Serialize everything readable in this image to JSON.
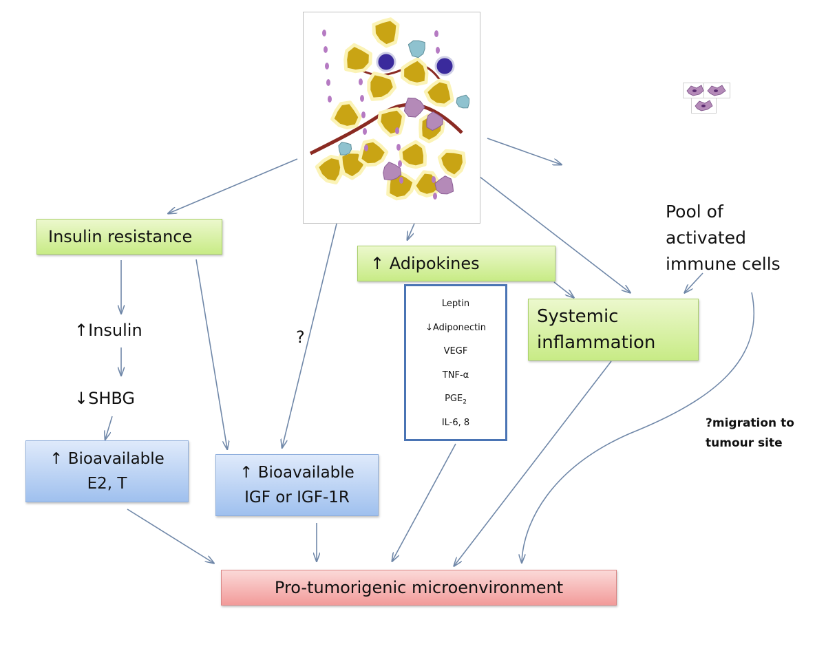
{
  "boxes": {
    "insulin_resistance": "Insulin resistance",
    "adipokines": "↑ Adipokines",
    "systemic_inflammation_line1": "Systemic",
    "systemic_inflammation_line2": "inflammation",
    "bioavailable_e2_line1": "↑ Bioavailable",
    "bioavailable_e2_line2": "E2, T",
    "bioavailable_igf_line1": "↑ Bioavailable",
    "bioavailable_igf_line2": "IGF or IGF-1R",
    "microenvironment": "Pro-tumorigenic microenvironment"
  },
  "labels": {
    "insulin": "↑Insulin",
    "shbg": "↓SHBG",
    "question": "?",
    "pool_line1": "Pool of",
    "pool_line2": "activated",
    "pool_line3": "immune cells",
    "migration_line1": "?migration to",
    "migration_line2": "tumour site"
  },
  "adipokine_list": [
    "Leptin",
    "↓Adiponectin",
    "VEGF",
    "TNF-α",
    "PGE",
    "IL-6, 8"
  ],
  "adipokine_subscript": "2",
  "colors": {
    "arrow": "#6f87a8",
    "adipocyte": "#c9a414",
    "lymphocyte": "#3a2a9c",
    "macrophage": "#b48ab8",
    "fibroblast": "#8fc2cf",
    "vessel": "#8a2a22"
  }
}
